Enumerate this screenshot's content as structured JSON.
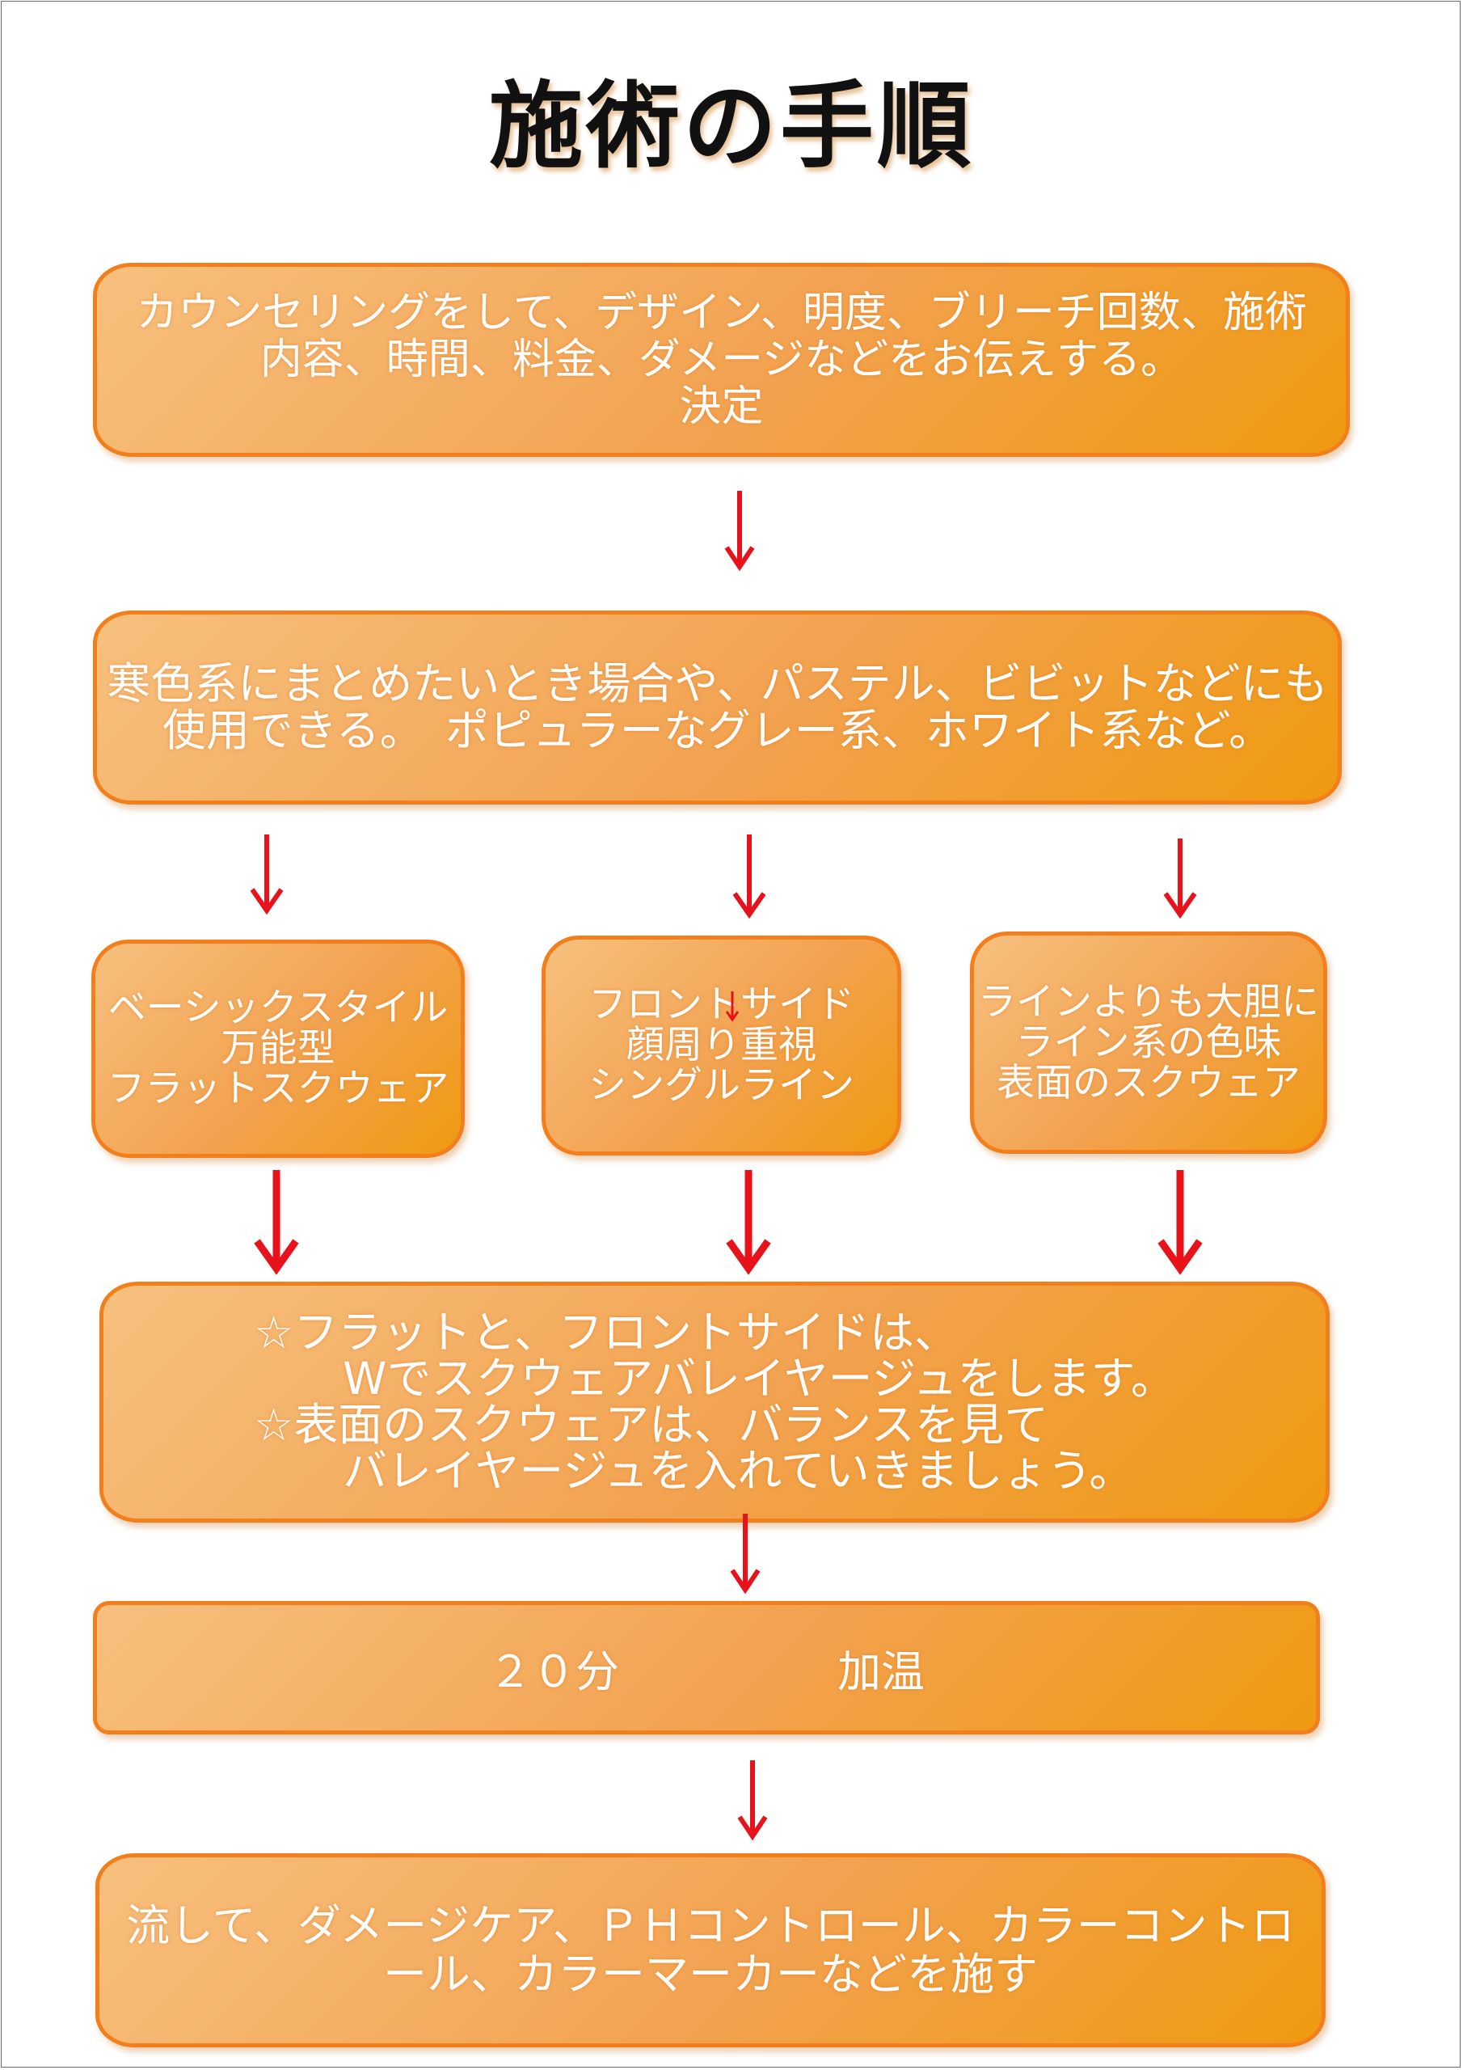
{
  "title": "施術の手順",
  "steps": {
    "counseling": "カウンセリングをして、デザイン、明度、ブリーチ回数、施術\n内容、時間、料金、ダメージなどをお伝えする。\n決定",
    "cool_tones": "寒色系にまとめたいとき場合や、パステル、ビビットなどにも\n使用できる。　ポピュラーなグレー系、ホワイト系など。",
    "basic_style": "ベーシックスタイル\n万能型\nフラットスクウェア",
    "front_side": "フロントサイド\n顔周り重視\nシングルライン",
    "line_bold": "ラインよりも大胆に\nライン系の色味\n表面のスクウェア",
    "balayage_note": "☆フラットと、フロントサイドは、\n　　Wでスクウェアバレイヤージュをします。\n☆表面のスクウェアは、バランスを見て\n　　バレイヤージュを入れていきましょう。",
    "heating": "２０分　　　　　加温",
    "finish": "流して、ダメージケア、ＰＨコントロール、カラーコントロ\nール、カラーマーカーなどを施す"
  },
  "colors": {
    "box_fill_light": "#f7c07e",
    "box_fill_dark": "#ef9a10",
    "box_border": "#f37f1c",
    "arrow": "#e8121a",
    "text": "#ffffff"
  }
}
